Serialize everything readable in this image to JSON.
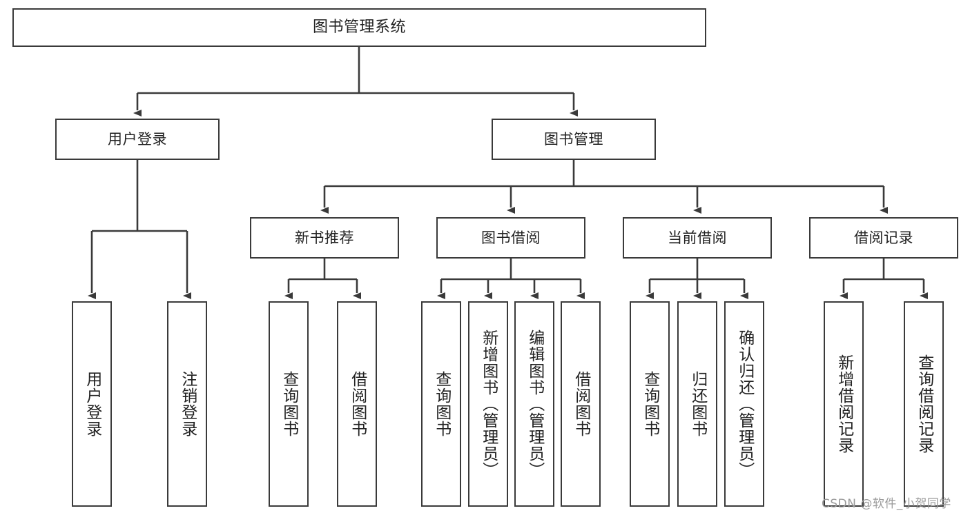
{
  "diagram": {
    "type": "tree-hierarchy-chart",
    "title": "图书管理系统",
    "watermark": "CSDN @软件_小贺同学",
    "colors": {
      "stroke": "#3a3a3a",
      "box_fill": "#ffffff",
      "text": "#222222",
      "background": "#ffffff",
      "watermark": "#9a9a9a"
    },
    "root": {
      "label": "图书管理系统"
    },
    "level1": [
      {
        "id": "user-login",
        "label": "用户登录"
      },
      {
        "id": "book-management",
        "label": "图书管理"
      }
    ],
    "level2": [
      {
        "id": "new-book-recommend",
        "label": "新书推荐",
        "parent": "book-management"
      },
      {
        "id": "book-borrow",
        "label": "图书借阅",
        "parent": "book-management"
      },
      {
        "id": "current-borrow",
        "label": "当前借阅",
        "parent": "book-management"
      },
      {
        "id": "borrow-record",
        "label": "借阅记录",
        "parent": "book-management"
      }
    ],
    "leaves": {
      "user-login": [
        {
          "id": "leaf-user-login",
          "label": "用户登录"
        },
        {
          "id": "leaf-logout",
          "label": "注销登录"
        }
      ],
      "new-book-recommend": [
        {
          "id": "leaf-query-book-1",
          "label": "查询图书"
        },
        {
          "id": "leaf-borrow-book-1",
          "label": "借阅图书"
        }
      ],
      "book-borrow": [
        {
          "id": "leaf-query-book-2",
          "label": "查询图书"
        },
        {
          "id": "leaf-add-book",
          "label": "新增图书（管理员）"
        },
        {
          "id": "leaf-edit-book",
          "label": "编辑图书（管理员）"
        },
        {
          "id": "leaf-borrow-book-2",
          "label": "借阅图书"
        }
      ],
      "current-borrow": [
        {
          "id": "leaf-query-book-3",
          "label": "查询图书"
        },
        {
          "id": "leaf-return-book",
          "label": "归还图书"
        },
        {
          "id": "leaf-confirm-return",
          "label": "确认归还（管理员）"
        }
      ],
      "borrow-record": [
        {
          "id": "leaf-add-record",
          "label": "新增借阅记录"
        },
        {
          "id": "leaf-query-record",
          "label": "查询借阅记录"
        }
      ]
    }
  }
}
